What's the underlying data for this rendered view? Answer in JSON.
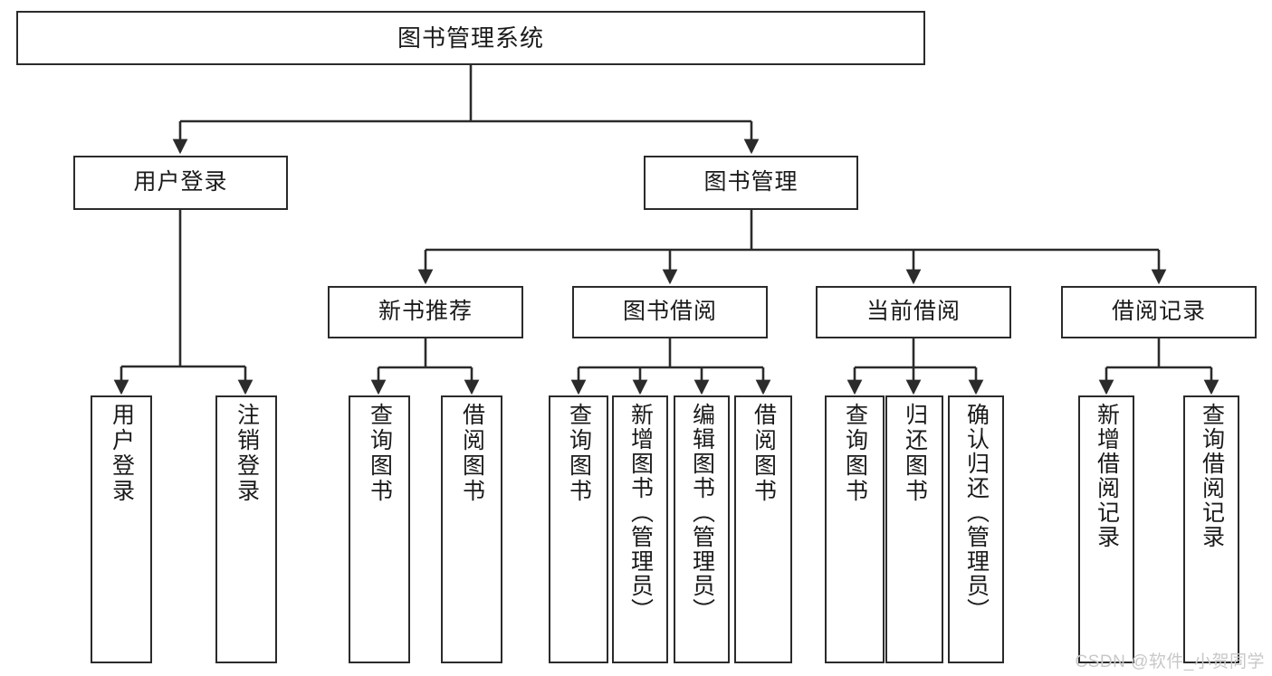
{
  "diagram": {
    "title": "图书管理系统",
    "type": "tree-hierarchy-diagram",
    "watermark": "CSDN @软件_小贺同学",
    "colors": {
      "stroke": "#2b2b2b",
      "fill": "#ffffff",
      "text": "#1a1a1a",
      "watermark": "#c8c8c8"
    },
    "levels": {
      "root": {
        "label": "图书管理系统"
      },
      "level2": [
        {
          "label": "用户登录"
        },
        {
          "label": "图书管理"
        }
      ],
      "level3": [
        {
          "label": "新书推荐"
        },
        {
          "label": "图书借阅"
        },
        {
          "label": "当前借阅"
        },
        {
          "label": "借阅记录"
        }
      ],
      "leaves": {
        "user_login": [
          {
            "label": "用户登录"
          },
          {
            "label": "注销登录"
          }
        ],
        "new_book_recommend": [
          {
            "label": "查询图书"
          },
          {
            "label": "借阅图书"
          }
        ],
        "book_borrow": [
          {
            "label": "查询图书"
          },
          {
            "label": "新增图书（管理员）"
          },
          {
            "label": "编辑图书（管理员）"
          },
          {
            "label": "借阅图书"
          }
        ],
        "current_borrow": [
          {
            "label": "查询图书"
          },
          {
            "label": "归还图书"
          },
          {
            "label": "确认归还（管理员）"
          }
        ],
        "borrow_records": [
          {
            "label": "新增借阅记录"
          },
          {
            "label": "查询借阅记录"
          }
        ]
      }
    }
  }
}
